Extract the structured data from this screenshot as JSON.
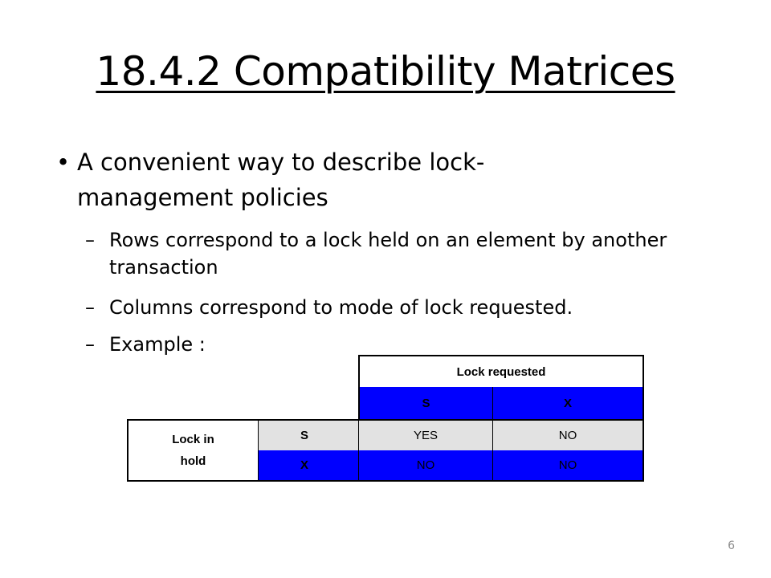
{
  "slide": {
    "title": "18.4.2 Compatibility Matrices",
    "page_number": "6"
  },
  "bullets": {
    "main": {
      "symbol": "•",
      "text": "A convenient way to describe lock-management policies"
    },
    "sub": [
      {
        "symbol": "–",
        "text": "Rows correspond to a lock held on an element by another transaction"
      },
      {
        "symbol": "–",
        "text": "Columns correspond to mode of lock requested."
      },
      {
        "symbol": "–",
        "text": "Example :"
      }
    ]
  },
  "matrix": {
    "column_header": "Lock requested",
    "row_header": "Lock in hold",
    "columns": [
      "S",
      "X"
    ],
    "rows": [
      {
        "mode": "S",
        "values": [
          "YES",
          "NO"
        ]
      },
      {
        "mode": "X",
        "values": [
          "NO",
          "NO"
        ]
      }
    ],
    "colors": {
      "header_fill": "#0000ff",
      "row_fill": "#e2e2e2",
      "border": "#000000"
    }
  }
}
